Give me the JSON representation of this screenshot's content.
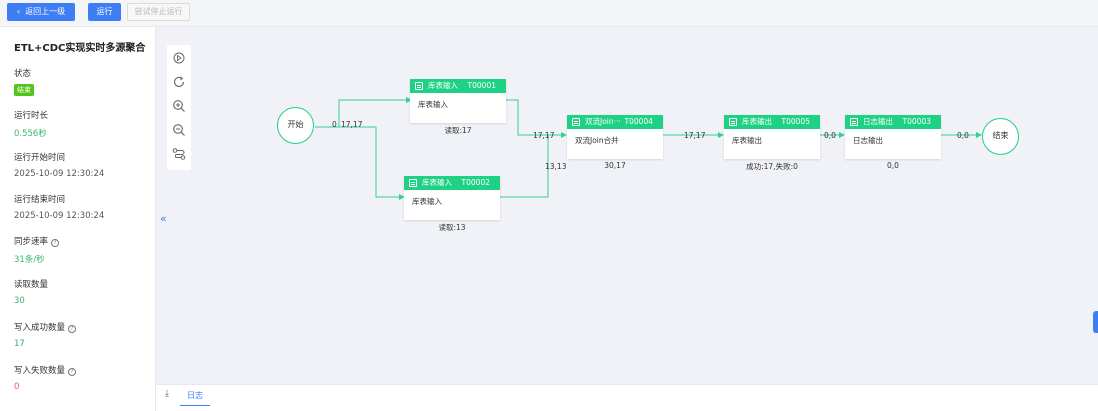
{
  "toolbar": {
    "back_label": "返回上一级",
    "run_label": "运行",
    "stop_label": "尝试停止运行"
  },
  "left_panel": {
    "title": "ETL+CDC实现实时多源聚合",
    "status_label": "状态",
    "status_value": "结束",
    "duration_label": "运行时长",
    "duration_value": "0.556秒",
    "start_label": "运行开始时间",
    "start_value": "2025-10-09 12:30:24",
    "end_label": "运行结束时间",
    "end_value": "2025-10-09 12:30:24",
    "rate_label": "同步速率",
    "rate_value": "31条/秒",
    "read_label": "读取数量",
    "read_value": "30",
    "write_ok_label": "写入成功数量",
    "write_ok_value": "17",
    "write_fail_label": "写入失败数量",
    "write_fail_value": "0",
    "colors": {
      "success": "#3cb371",
      "error": "#e85b5b",
      "badge": "#52c41a"
    }
  },
  "flow": {
    "start_label": "开始",
    "end_label": "结束",
    "nodes": [
      {
        "id": "t1",
        "title": "库表输入",
        "code": "T00001",
        "body": "库表输入",
        "stat": "读取:17"
      },
      {
        "id": "t2",
        "title": "库表输入",
        "code": "T00002",
        "body": "库表输入",
        "stat": "读取:13"
      },
      {
        "id": "t4",
        "title": "双流Join···",
        "code": "T00004",
        "body": "双流Join合并",
        "stat": "30,17"
      },
      {
        "id": "t5",
        "title": "库表输出",
        "code": "T00005",
        "body": "库表输出",
        "stat": "成功:17,失败:0"
      },
      {
        "id": "t3",
        "title": "日志输出",
        "code": "T00003",
        "body": "日志输出",
        "stat": "0,0"
      }
    ],
    "edge_labels": {
      "start_out_a": "0",
      "start_out_b": "17,17",
      "t1_to_t4": "17,17",
      "t2_to_t4": "13,13",
      "t4_to_t5": "17,17",
      "t5_to_t3": "0,0",
      "t3_to_end": "0,0"
    },
    "node_color": "#1fd184",
    "edge_color": "#35d08f"
  },
  "bottom": {
    "log_tab": "日志"
  },
  "icons": {
    "back": "chevron-left-icon",
    "download": "download-icon",
    "collapse": "double-chevron-left-icon"
  }
}
